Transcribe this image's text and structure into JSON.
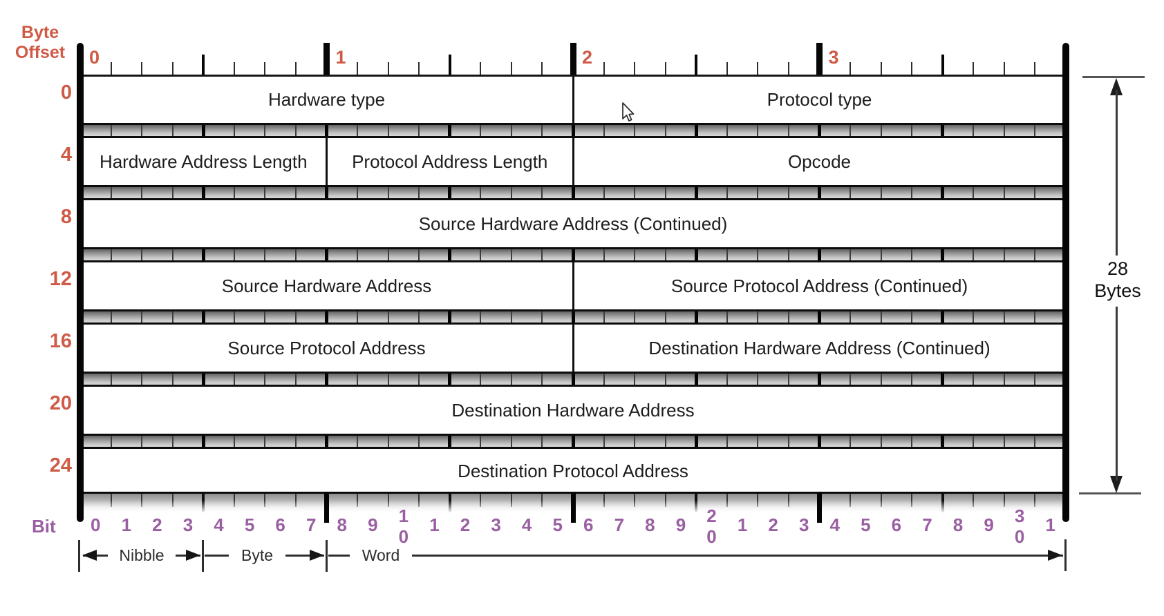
{
  "title": {
    "byte_offset": "Byte Offset",
    "bit": "Bit"
  },
  "byte_ruler": {
    "labels": [
      "0",
      "1",
      "2",
      "3"
    ]
  },
  "rows": [
    {
      "offset": "0",
      "cells": [
        {
          "label": "Hardware type",
          "bits": 16
        },
        {
          "label": "Protocol type",
          "bits": 16
        }
      ]
    },
    {
      "offset": "4",
      "cells": [
        {
          "label": "Hardware Address Length",
          "bits": 8
        },
        {
          "label": "Protocol Address Length",
          "bits": 8
        },
        {
          "label": "Opcode",
          "bits": 16
        }
      ]
    },
    {
      "offset": "8",
      "cells": [
        {
          "label": "Source Hardware Address (Continued)",
          "bits": 32
        }
      ]
    },
    {
      "offset": "12",
      "cells": [
        {
          "label": "Source Hardware Address",
          "bits": 16
        },
        {
          "label": "Source Protocol Address (Continued)",
          "bits": 16
        }
      ]
    },
    {
      "offset": "16",
      "cells": [
        {
          "label": "Source Protocol Address",
          "bits": 16
        },
        {
          "label": "Destination Hardware Address (Continued)",
          "bits": 16
        }
      ]
    },
    {
      "offset": "20",
      "cells": [
        {
          "label": "Destination Hardware Address",
          "bits": 32
        }
      ]
    },
    {
      "offset": "24",
      "cells": [
        {
          "label": "Destination Protocol Address",
          "bits": 32
        }
      ]
    }
  ],
  "bit_ruler": {
    "labels": [
      "0",
      "1",
      "2",
      "3",
      "4",
      "5",
      "6",
      "7",
      "8",
      "9",
      "10",
      "1",
      "2",
      "3",
      "4",
      "5",
      "6",
      "7",
      "8",
      "9",
      "20",
      "1",
      "2",
      "3",
      "4",
      "5",
      "6",
      "7",
      "8",
      "9",
      "30",
      "1"
    ]
  },
  "measures": {
    "nibble": "Nibble",
    "byte": "Byte",
    "word": "Word"
  },
  "size_annotation": {
    "value": "28",
    "unit": "Bytes"
  },
  "colors": {
    "offset_accent": "#cf5b47",
    "bit_accent": "#9a5fa2",
    "line": "#141414"
  }
}
